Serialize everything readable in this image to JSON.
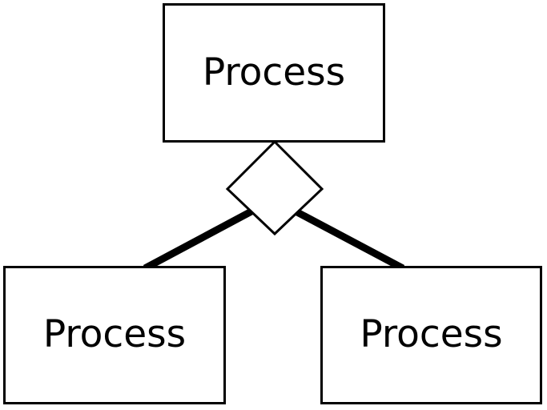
{
  "diagram": {
    "type": "aggregation-diagram",
    "nodes": [
      {
        "id": "parent",
        "label": "Process"
      },
      {
        "id": "child-left",
        "label": "Process"
      },
      {
        "id": "child-right",
        "label": "Process"
      }
    ],
    "connector": {
      "shape": "hollow-diamond",
      "description": "diamond attached to bottom edge of parent box, thick edges to two child boxes"
    },
    "colors": {
      "stroke": "#000000",
      "fill": "#ffffff",
      "text": "#000000"
    }
  }
}
